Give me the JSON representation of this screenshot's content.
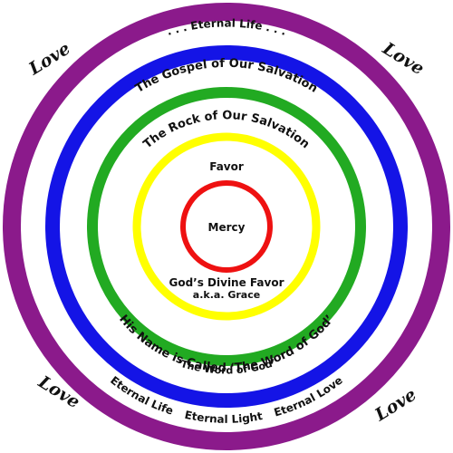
{
  "rings": [
    {
      "id": "ring-purple",
      "color": "#8B1A8B"
    },
    {
      "id": "ring-blue",
      "color": "#1414E6"
    },
    {
      "id": "ring-green",
      "color": "#22AA22"
    },
    {
      "id": "ring-yellow",
      "color": "#FFFF00"
    },
    {
      "id": "ring-red",
      "color": "#EE1111"
    }
  ],
  "labels": {
    "top_eternal_life": ". . . Eternal Life . . .",
    "gospel": "The Gospel of Our Salvation",
    "rock": "The Rock of Our Salvation",
    "favor": "Favor",
    "mercy": "Mercy",
    "divine_favor": "God’s Divine Favor",
    "aka_grace": "a.k.a. Grace",
    "his_name": "His Name is Called ‘The Word of God’",
    "word_of_god": "‘The Word of God’",
    "eternal_life": "Eternal Life",
    "eternal_light": "Eternal Light",
    "eternal_love": "Eternal Love"
  },
  "corner_words": {
    "top_left": "Love",
    "top_right": "Love",
    "bottom_left": "Love",
    "bottom_right": "Love"
  }
}
